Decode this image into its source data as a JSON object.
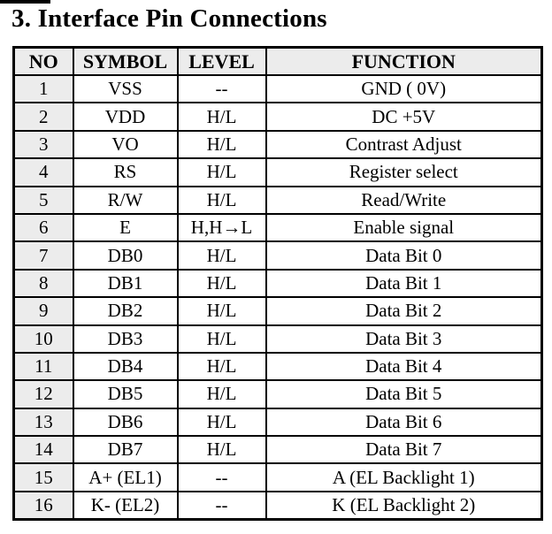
{
  "page": {
    "title": "3. Interface Pin Connections"
  },
  "table": {
    "headers": [
      "NO",
      "SYMBOL",
      "LEVEL",
      "FUNCTION"
    ],
    "rows": [
      {
        "no": "1",
        "symbol": "VSS",
        "level": "--",
        "function": "GND ( 0V)"
      },
      {
        "no": "2",
        "symbol": "VDD",
        "level": "H/L",
        "function": "DC +5V"
      },
      {
        "no": "3",
        "symbol": "VO",
        "level": "H/L",
        "function": "Contrast Adjust"
      },
      {
        "no": "4",
        "symbol": "RS",
        "level": "H/L",
        "function": "Register select"
      },
      {
        "no": "5",
        "symbol": "R/W",
        "level": "H/L",
        "function": "Read/Write"
      },
      {
        "no": "6",
        "symbol": "E",
        "level": "H,H→L",
        "function": "Enable signal"
      },
      {
        "no": "7",
        "symbol": "DB0",
        "level": "H/L",
        "function": "Data Bit 0"
      },
      {
        "no": "8",
        "symbol": "DB1",
        "level": "H/L",
        "function": "Data Bit 1"
      },
      {
        "no": "9",
        "symbol": "DB2",
        "level": "H/L",
        "function": "Data Bit 2"
      },
      {
        "no": "10",
        "symbol": "DB3",
        "level": "H/L",
        "function": "Data Bit 3"
      },
      {
        "no": "11",
        "symbol": "DB4",
        "level": "H/L",
        "function": "Data Bit 4"
      },
      {
        "no": "12",
        "symbol": "DB5",
        "level": "H/L",
        "function": "Data Bit 5"
      },
      {
        "no": "13",
        "symbol": "DB6",
        "level": "H/L",
        "function": "Data Bit 6"
      },
      {
        "no": "14",
        "symbol": "DB7",
        "level": "H/L",
        "function": "Data Bit 7"
      },
      {
        "no": "15",
        "symbol": "A+ (EL1)",
        "level": "--",
        "function": "A (EL Backlight 1)"
      },
      {
        "no": "16",
        "symbol": "K- (EL2)",
        "level": "--",
        "function": "K (EL Backlight 2)"
      }
    ]
  },
  "colors": {
    "header_bg": "#ececec",
    "no_column_bg": "#ececec",
    "border": "#000000",
    "page_bg": "#ffffff",
    "text": "#000000"
  }
}
